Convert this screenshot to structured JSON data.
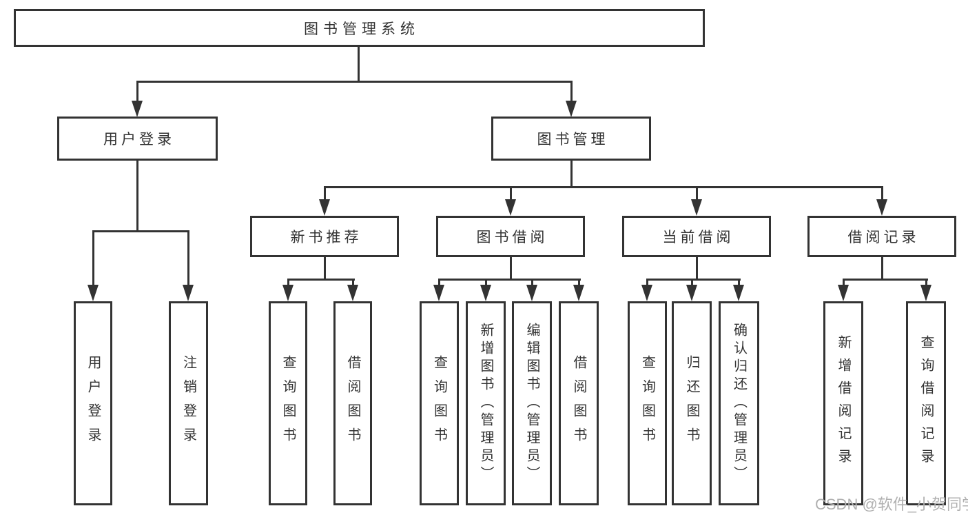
{
  "tree": {
    "root": {
      "label": "图书管理系统",
      "children": [
        {
          "label": "用户登录",
          "children": [
            {
              "label": "用户登录"
            },
            {
              "label": "注销登录"
            }
          ]
        },
        {
          "label": "图书管理",
          "children": [
            {
              "label": "新书推荐",
              "children": [
                {
                  "label": "查询图书"
                },
                {
                  "label": "借阅图书"
                }
              ]
            },
            {
              "label": "图书借阅",
              "children": [
                {
                  "label": "查询图书"
                },
                {
                  "label": "新增图书（管理员）"
                },
                {
                  "label": "编辑图书（管理员）"
                },
                {
                  "label": "借阅图书"
                }
              ]
            },
            {
              "label": "当前借阅",
              "children": [
                {
                  "label": "查询图书"
                },
                {
                  "label": "归还图书"
                },
                {
                  "label": "确认归还（管理员）"
                }
              ]
            },
            {
              "label": "借阅记录",
              "children": [
                {
                  "label": "新增借阅记录"
                },
                {
                  "label": "查询借阅记录"
                }
              ]
            }
          ]
        }
      ]
    }
  },
  "watermark": {
    "text": "CSDN @软件_小贺同学"
  },
  "colors": {
    "line": "#333333",
    "text": "#333333",
    "background": "#ffffff",
    "watermark": "#b0b0b0"
  }
}
